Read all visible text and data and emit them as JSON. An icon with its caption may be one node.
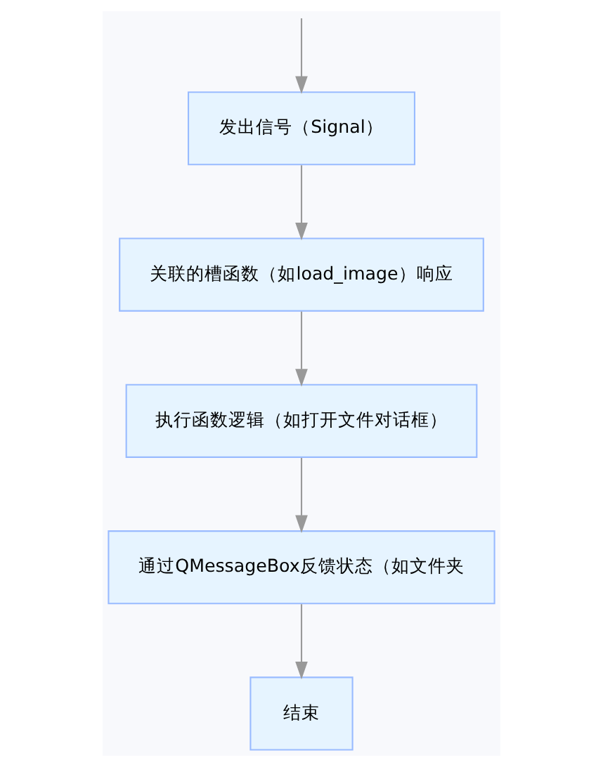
{
  "diagram": {
    "nodes": [
      {
        "text": [
          "发出信号（Signal）"
        ]
      },
      {
        "text": [
          "关联的槽函数（如load_image）响应"
        ]
      },
      {
        "text": [
          "执行函数逻辑（如打开文件对话框）"
        ]
      },
      {
        "text": [
          "通过QMessageBox反馈状态（如文件夹"
        ]
      },
      {
        "text": [
          "结束"
        ]
      }
    ],
    "edges": [
      {
        "from": null,
        "to": 0,
        "arrow": "to"
      },
      {
        "from": 0,
        "to": 1,
        "arrow": "to"
      },
      {
        "from": 1,
        "to": 2,
        "arrow": "to"
      },
      {
        "from": 2,
        "to": 3,
        "arrow": "to"
      },
      {
        "from": 3,
        "to": 4,
        "arrow": "to"
      }
    ]
  }
}
